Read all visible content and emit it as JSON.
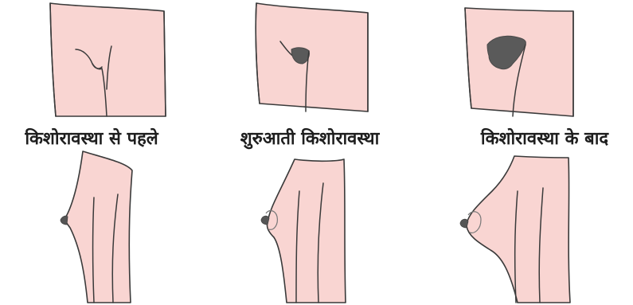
{
  "captions": {
    "stage1": "किशोरावस्था से पहले",
    "stage2": "शुरुआती किशोरावस्था",
    "stage3": "किशोरावस्था के बाद"
  },
  "colors": {
    "skin": "#f9d5d2",
    "outline": "#3a3a3a",
    "hair": "#5a5a5a"
  }
}
